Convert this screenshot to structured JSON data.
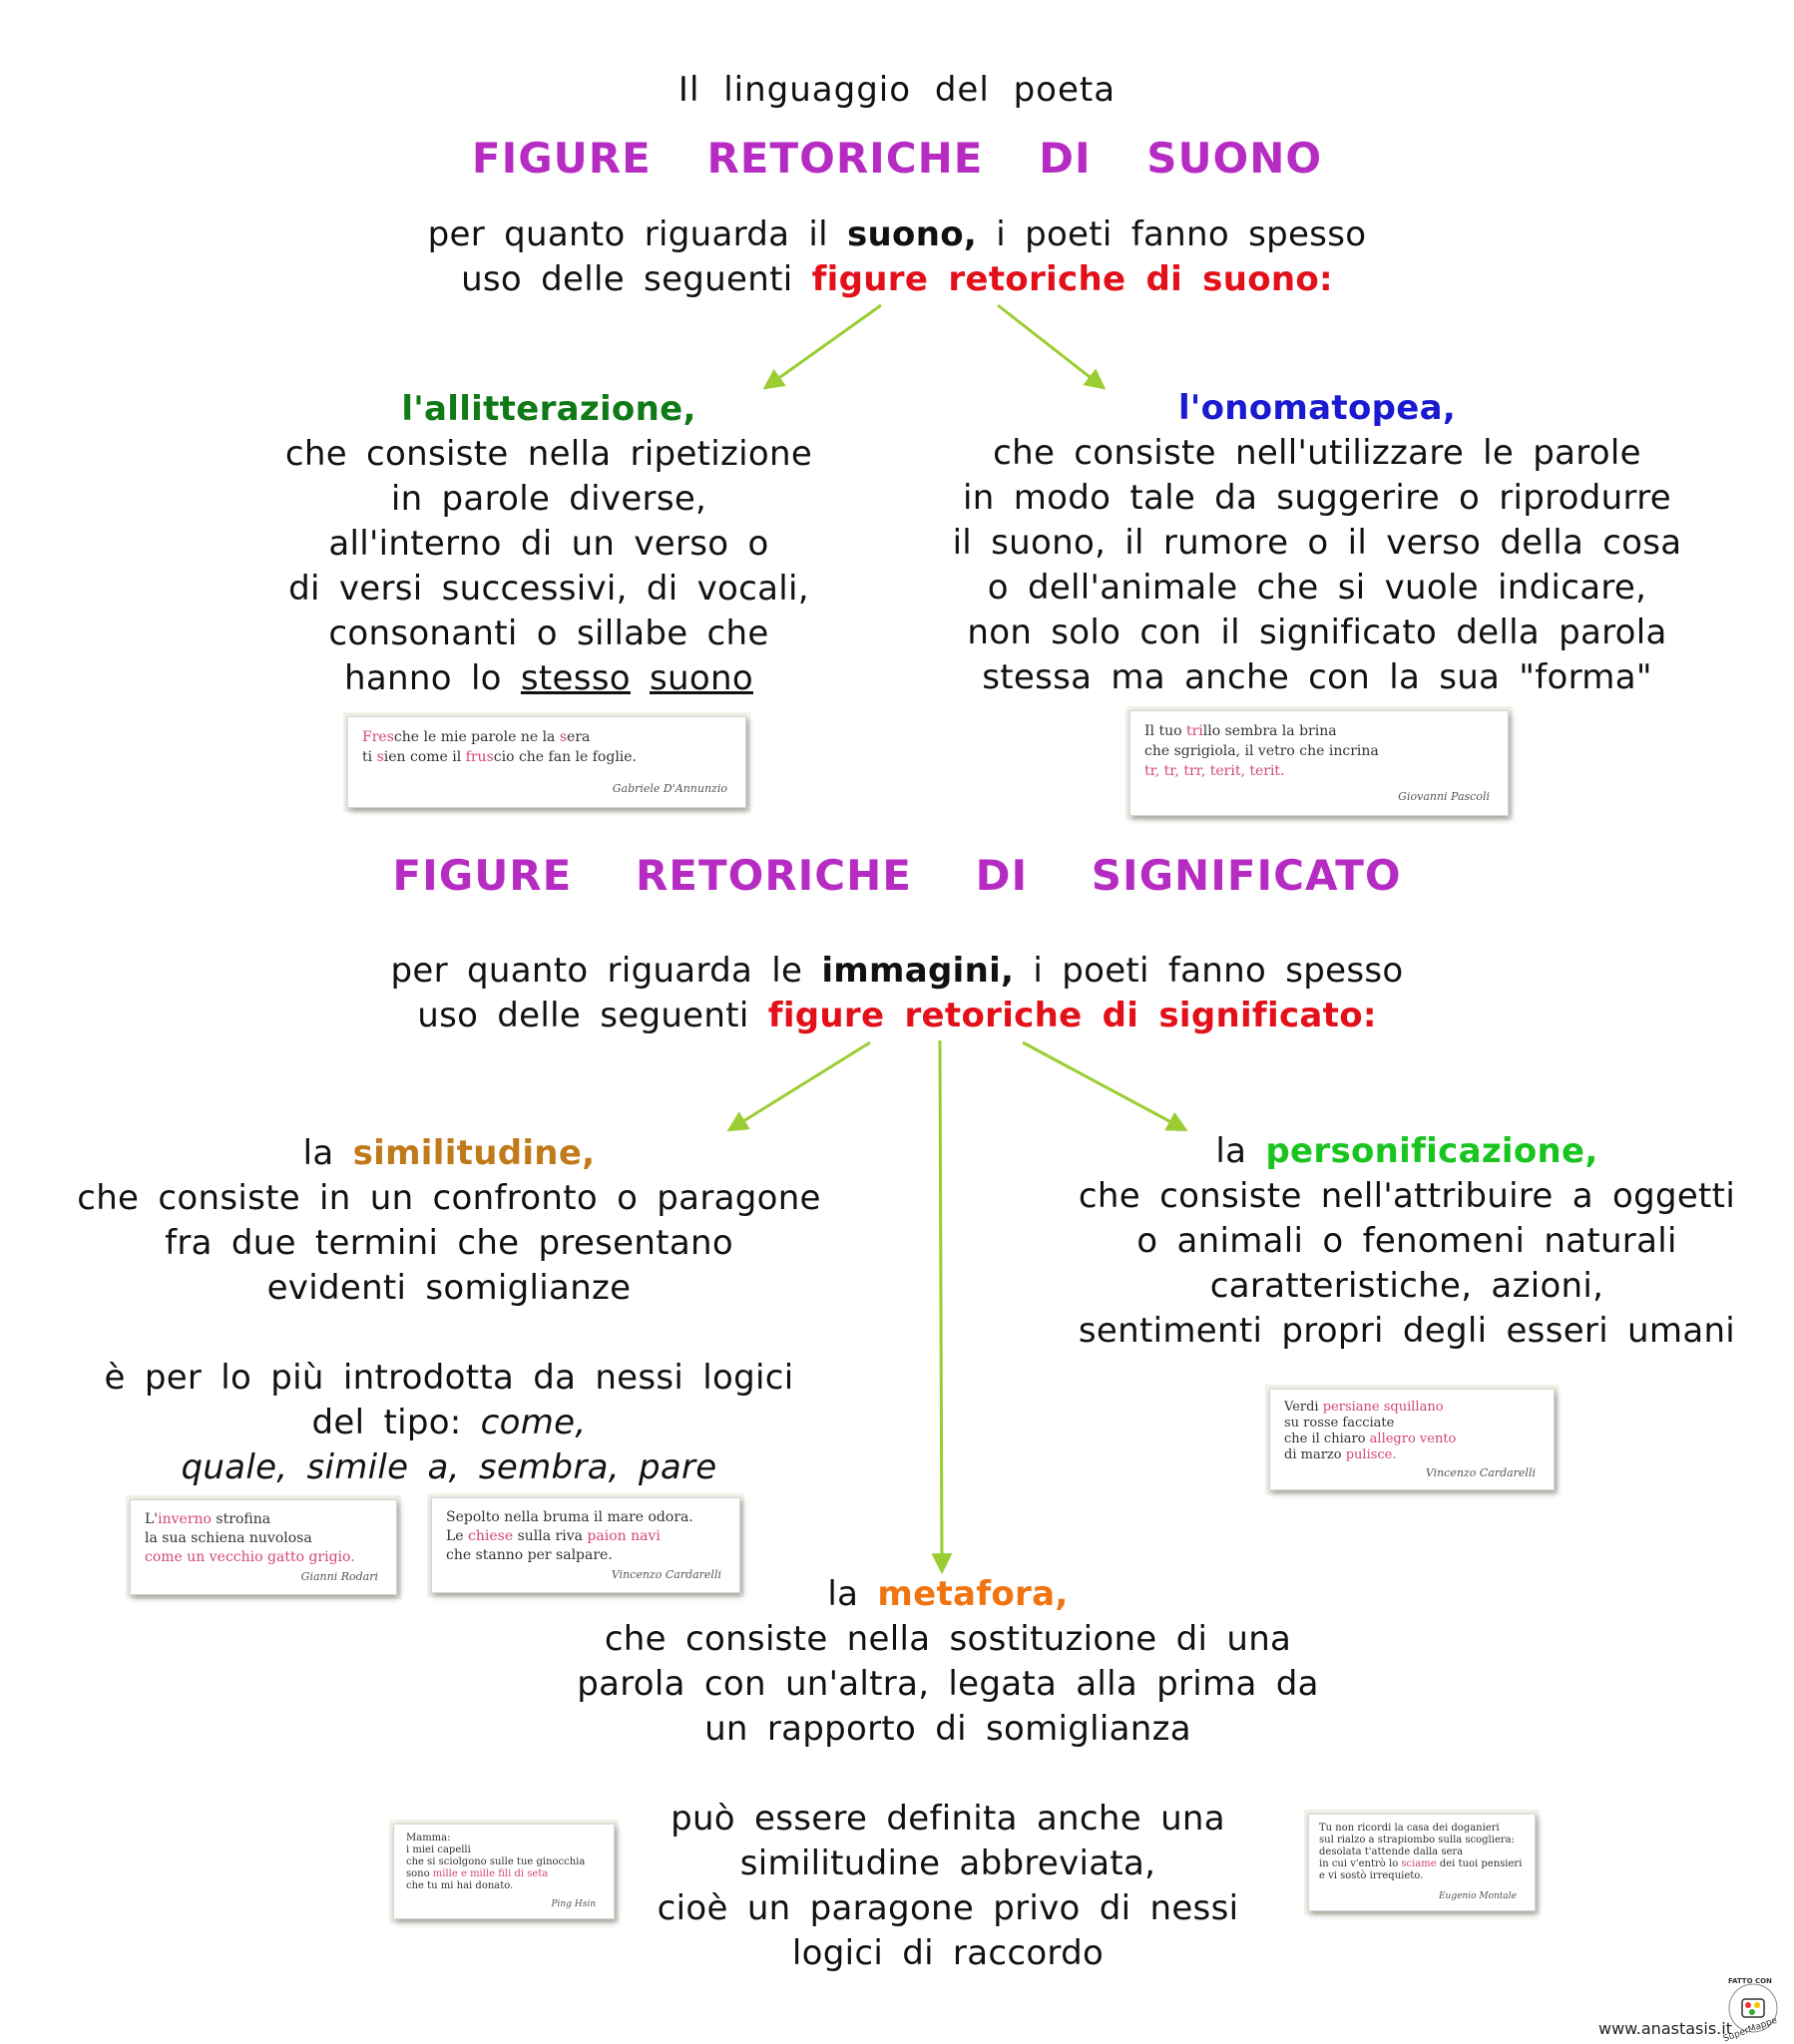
{
  "title": "Il linguaggio del poeta",
  "sound": {
    "heading": "FIGURE RETORICHE DI SUONO",
    "intro_l1_a": "per quanto riguarda il",
    "intro_l1_kw": "suono,",
    "intro_l1_b": "i poeti fanno spesso",
    "intro_l2_a": "uso delle seguenti",
    "intro_l2_kw": "figure retoriche di suono:",
    "alliteration": {
      "name": "l'allitterazione,",
      "lines": [
        "che consiste nella ripetizione",
        "in parole diverse,",
        "all'interno di un verso o",
        "di versi successivi, di vocali,",
        "consonanti o sillabe che"
      ],
      "last_a": "hanno lo",
      "last_u1": "stesso",
      "last_u2": "suono",
      "quote": {
        "w1": "Fres",
        "w2": "che le mie parole ne la ",
        "w3": "s",
        "w4": "era",
        "w5": "ti ",
        "w6": "s",
        "w7": "ien come il ",
        "w8": "frus",
        "w9": "cio che fan le foglie.",
        "author": "Gabriele D'Annunzio"
      }
    },
    "onomatopoeia": {
      "name": "l'onomatopea,",
      "lines": [
        "che consiste nell'utilizzare le parole",
        "in modo tale da suggerire o riprodurre",
        "il suono, il rumore o il verso della cosa",
        "o dell'animale che si vuole indicare,",
        "non solo con il significato della parola",
        "stessa ma anche con la sua \"forma\""
      ],
      "quote": {
        "a1": "Il tuo ",
        "a2": "tri",
        "a3": "llo sembra la brina",
        "b1": "che sgrigiola, il vetro che incrina",
        "c1": "tr, tr, trr, terit, terit.",
        "author": "Giovanni Pascoli"
      }
    }
  },
  "meaning": {
    "heading": "FIGURE RETORICHE DI SIGNIFICATO",
    "intro_l1_a": "per quanto riguarda le",
    "intro_l1_kw": "immagini,",
    "intro_l1_b": "i poeti fanno spesso",
    "intro_l2_a": "uso delle seguenti",
    "intro_l2_kw": "figure retoriche di significato:",
    "simile": {
      "article": "la",
      "name": "similitudine,",
      "lines": [
        "che consiste in un confronto o paragone",
        "fra due termini che presentano",
        "evidenti somiglianze"
      ],
      "note_l1": "è per lo più introdotta da nessi logici",
      "note_l2_a": "del tipo:",
      "note_l2_i": "come,",
      "note_l3": "quale, simile a, sembra, pare",
      "quote1": {
        "a1": "L'",
        "a2": "inverno",
        "a3": " strofina",
        "b1": "la sua schiena nuvolosa",
        "c1": "come un vecchio gatto grigio.",
        "author": "Gianni Rodari"
      },
      "quote2": {
        "a1": "Sepolto nella bruma il mare odora.",
        "b1": "Le ",
        "b2": "chiese",
        "b3": " sulla riva ",
        "b4": "paion navi",
        "c1": "che stanno per salpare.",
        "author": "Vincenzo Cardarelli"
      }
    },
    "personification": {
      "article": "la",
      "name": "personificazione,",
      "lines": [
        "che consiste nell'attribuire a oggetti",
        "o animali o fenomeni naturali",
        "caratteristiche, azioni,",
        "sentimenti propri degli esseri umani"
      ],
      "quote": {
        "a1": "Verdi ",
        "a2": "persiane squillano",
        "b1": "su rosse facciate",
        "c1": "che il chiaro ",
        "c2": "allegro vento",
        "d1": "di marzo ",
        "d2": "pulisce.",
        "author": "Vincenzo Cardarelli"
      }
    },
    "metaphor": {
      "article": "la",
      "name": "metafora,",
      "lines": [
        "che consiste nella sostituzione di una",
        "parola con un'altra, legata alla prima da",
        "un rapporto di somiglianza"
      ],
      "note_lines": [
        "può essere definita anche una",
        "similitudine abbreviata,",
        "cioè un paragone privo di nessi",
        "logici di raccordo"
      ],
      "quote1": {
        "l1": "Mamma:",
        "l2": "i miei capelli",
        "l3": "che si sciolgono sulle tue ginocchia",
        "l4a": "sono ",
        "l4b": "mille e mille fili di seta",
        "l5": "che tu mi hai donato.",
        "author": "Ping Hsin"
      },
      "quote2": {
        "l1": "Tu non ricordi la casa dei doganieri",
        "l2": "sul rialzo a strapiombo sulla scogliera:",
        "l3": "desolata t'attende dalla sera",
        "l4a": "in cui v'entrò lo ",
        "l4b": "sciame",
        "l4c": " dei tuoi pensieri",
        "l5": "e vi sostò irrequieto.",
        "author": "Eugenio Montale"
      }
    }
  },
  "footer": {
    "site": "www.anastasis.it",
    "badge_top": "FATTO CON",
    "badge_bottom": "SuperMappe"
  },
  "colors": {
    "heading": "#b62cc3",
    "keyword_red": "#e3101a",
    "alliteration": "#0f7a16",
    "onomatopoeia": "#1a1ad0",
    "simile": "#c07a1a",
    "personification": "#19c41f",
    "metaphor": "#f07410",
    "arrow": "#9acd32",
    "quote_highlight": "#d2457a"
  }
}
